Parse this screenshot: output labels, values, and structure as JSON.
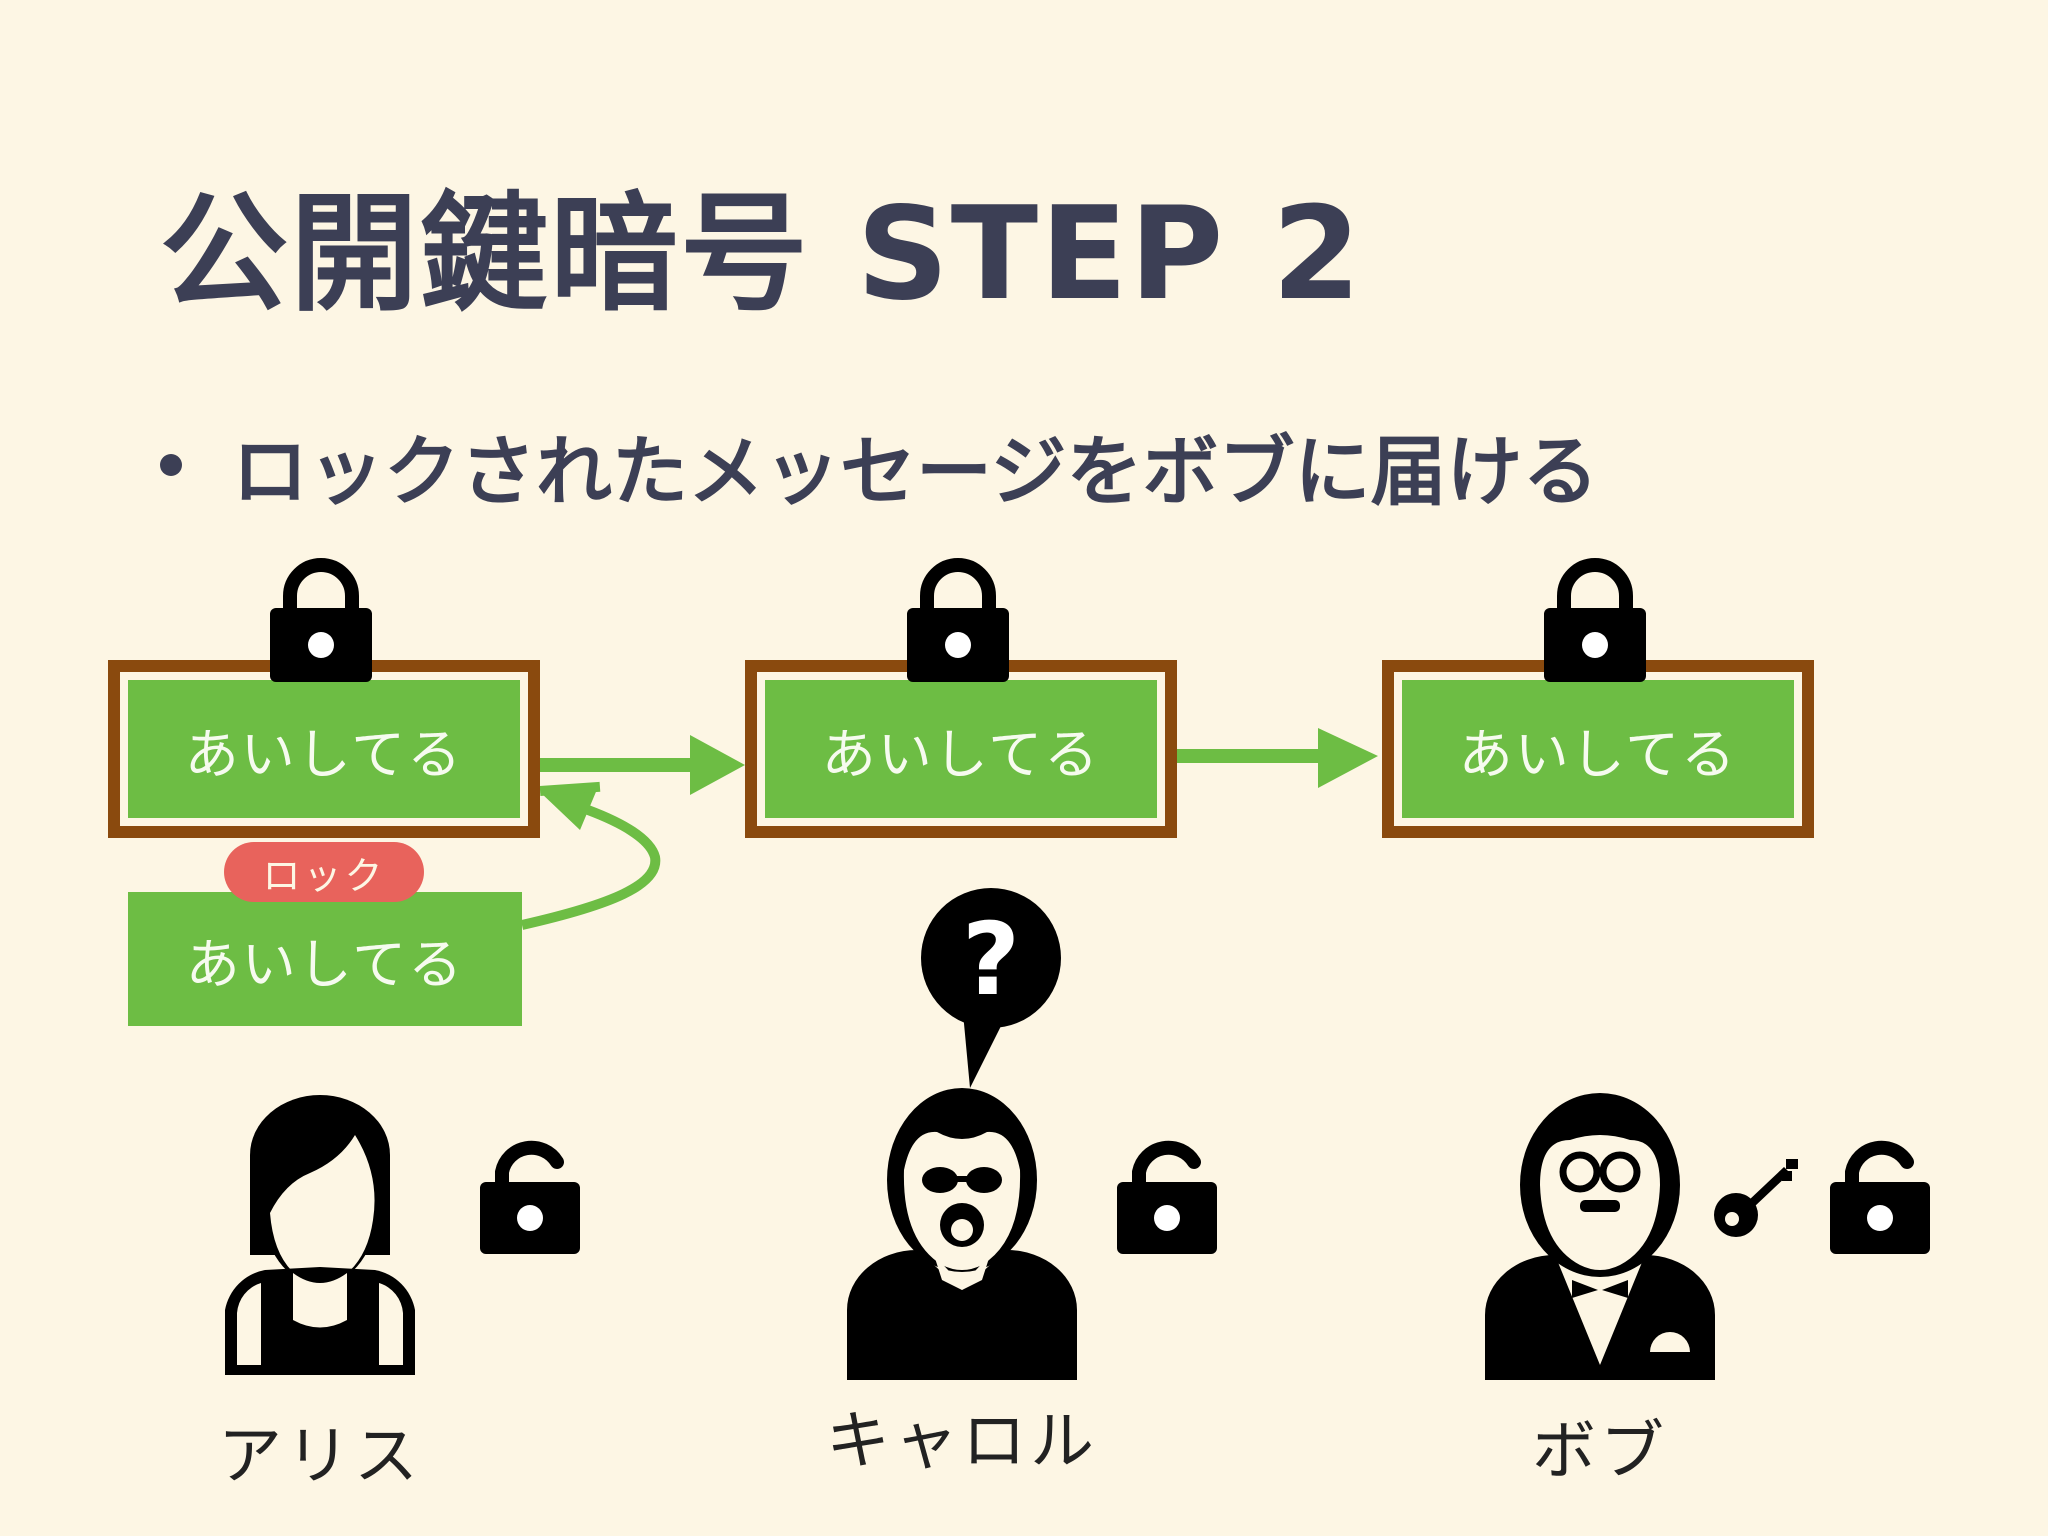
{
  "slide": {
    "title": "公開鍵暗号 STEP 2",
    "bullet": "ロックされたメッセージをボブに届ける"
  },
  "boxes": [
    {
      "id": "alice",
      "text": "あいしてる"
    },
    {
      "id": "carol",
      "text": "あいしてる"
    },
    {
      "id": "bob",
      "text": "あいしてる"
    }
  ],
  "unlocked_message": {
    "text": "あいしてる",
    "lock_label": "ロック"
  },
  "people": [
    {
      "id": "alice",
      "name": "アリス"
    },
    {
      "id": "carol",
      "name": "キャロル"
    },
    {
      "id": "bob",
      "name": "ボブ"
    }
  ],
  "carol_bubble": "?",
  "colors": {
    "background": "#fdf6e4",
    "box_fill": "#6dbd44",
    "box_frame": "#8a4a0e",
    "arrow": "#6dbd44",
    "lock_pill": "#e8635c",
    "text_dark": "#3c3f55"
  },
  "icons": [
    "padlock-closed-icon",
    "padlock-open-icon",
    "key-icon",
    "question-bubble-icon",
    "person-icon"
  ]
}
